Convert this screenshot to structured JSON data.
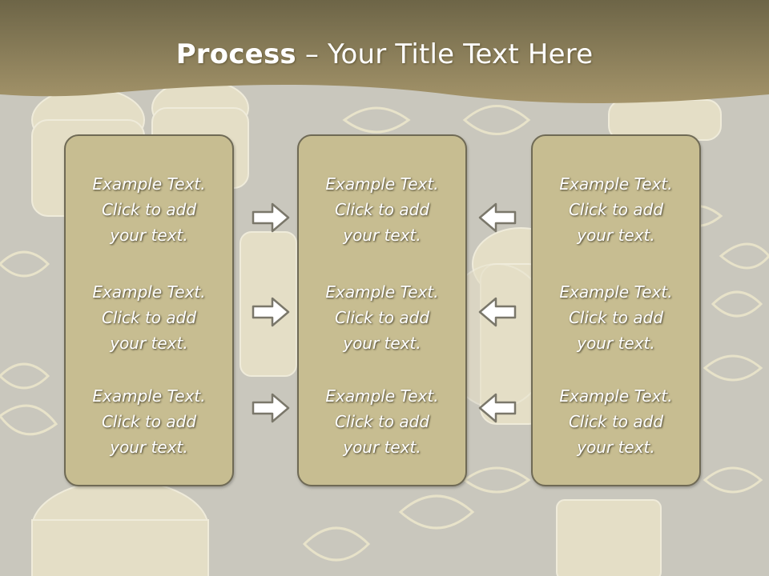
{
  "slide": {
    "title_bold": "Process",
    "title_rest": " – Your Title Text Here"
  },
  "columns": [
    {
      "items": [
        {
          "line1": "Example Text.",
          "line2": "Click  to add",
          "line3": "your text."
        },
        {
          "line1": "Example Text.",
          "line2": "Click  to add",
          "line3": "your text."
        },
        {
          "line1": "Example Text.",
          "line2": "Click  to add",
          "line3": "your text."
        }
      ]
    },
    {
      "items": [
        {
          "line1": "Example Text.",
          "line2": "Click  to add",
          "line3": "your text."
        },
        {
          "line1": "Example Text.",
          "line2": "Click  to add",
          "line3": "your text."
        },
        {
          "line1": "Example Text.",
          "line2": "Click  to add",
          "line3": "your text."
        }
      ]
    },
    {
      "items": [
        {
          "line1": "Example Text.",
          "line2": "Click  to add",
          "line3": "your text."
        },
        {
          "line1": "Example Text.",
          "line2": "Click  to add",
          "line3": "your text."
        },
        {
          "line1": "Example Text.",
          "line2": "Click  to add",
          "line3": "your text."
        }
      ]
    }
  ],
  "arrows": {
    "left_group_icon": "arrow-right-icon",
    "right_group_icon": "arrow-left-icon"
  },
  "colors": {
    "header": "#9c8e5c",
    "background": "#c9c7bd",
    "panel_fill": "#c7bd91",
    "panel_border": "#6f6a55",
    "pattern": "#ece6cc"
  }
}
